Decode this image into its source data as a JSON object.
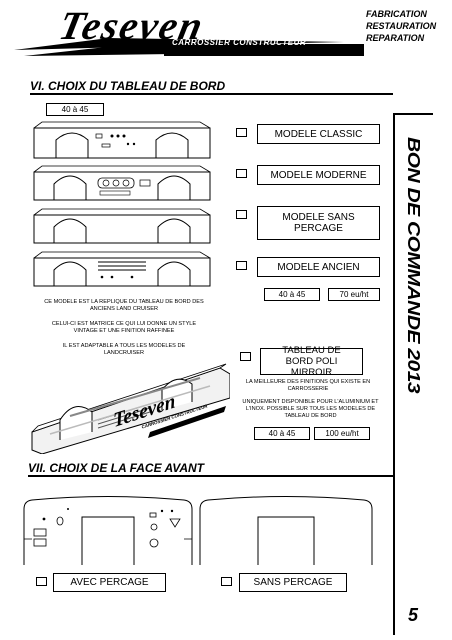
{
  "header": {
    "brand": "Teseven",
    "tagline": "CARROSSIER CONSTRUCTEUR",
    "services": [
      "FABRICATION",
      "RESTAURATION",
      "REPARATION"
    ]
  },
  "sidebar": {
    "title": "BON DE COMMANDE 2013",
    "page_number": "5"
  },
  "section_vi": {
    "title": "VI. CHOIX DU TABLEAU DE BORD",
    "size_label": "40 à 45",
    "options": [
      {
        "label": "MODELE CLASSIC"
      },
      {
        "label": "MODELE MODERNE"
      },
      {
        "label": "MODELE SANS PERCAGE"
      },
      {
        "label": "MODELE ANCIEN"
      }
    ],
    "price_row_1": {
      "size": "40 à 45",
      "price": "70 eu/ht"
    },
    "note_1": "CE MODELE EST LA REPLIQUE DU TABLEAU DE BORD DES ANCIENS LAND CRUISER",
    "note_2": "CELUI-CI EST MATRICE CE QUI LUI DONNE UN STYLE VINTAGE ET UNE FINITION RAFFINEE",
    "note_3": "IL EST ADAPTABLE A TOUS LES MODELES DE LANDCRUISER",
    "polished": {
      "label": "TABLEAU DE BORD POLI MIRROIR",
      "note_1": "LA MEILLEURE DES FINITIONS QUI EXISTE EN CARROSSERIE",
      "note_2": "UNIQUEMENT DISPONIBLE POUR L'ALUMINIUM ET L'INOX. POSSIBLE SUR TOUS LES MODELES DE TABLEAU DE BORD",
      "size": "40 à 45",
      "price": "100 eu/ht",
      "image_brand": "Teseven",
      "image_tagline": "CARROSSIER CONSTRUCTEUR"
    }
  },
  "section_vii": {
    "title": "VII. CHOIX DE LA FACE AVANT",
    "options": [
      {
        "label": "AVEC PERCAGE"
      },
      {
        "label": "SANS PERCAGE"
      }
    ]
  }
}
